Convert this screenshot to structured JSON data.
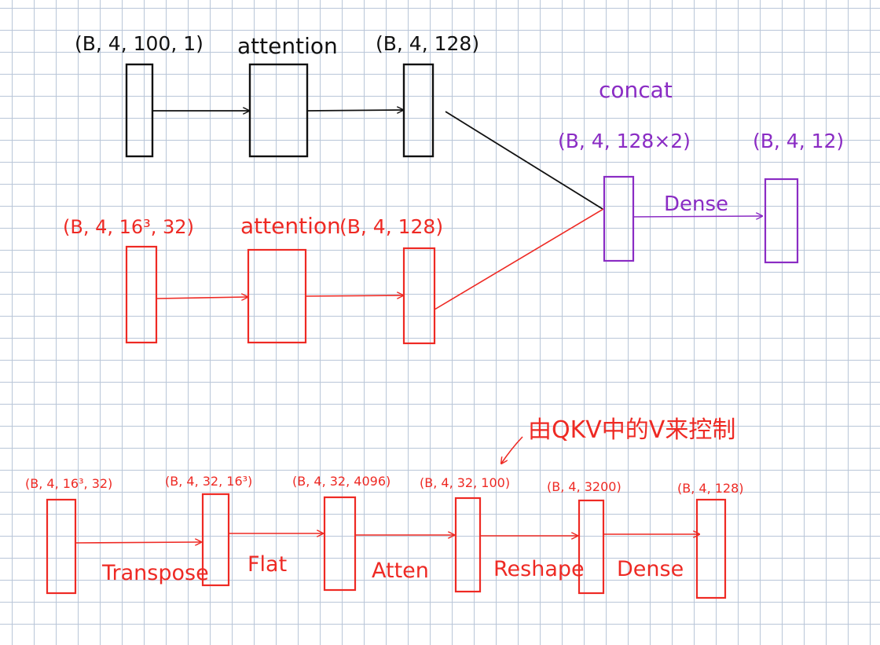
{
  "colors": {
    "black": "#111111",
    "red": "#ee2a24",
    "purple": "#8a2cc4",
    "grid": "#b9c6d8"
  },
  "top_branch": {
    "input_label": "(B, 4, 100, 1)",
    "attention_label": "attention",
    "output_label": "(B, 4, 128)"
  },
  "mid_branch": {
    "input_label": "(B, 4, 16³, 32)",
    "attention_label": "attention",
    "output_label": "(B, 4, 128)"
  },
  "merge": {
    "concat_label": "concat",
    "concat_shape": "(B, 4, 128×2)",
    "dense_label": "Dense",
    "output_shape": "(B, 4, 12)"
  },
  "detail": {
    "note": "由QKV中的V来控制",
    "shapes": [
      "(B, 4, 16³, 32)",
      "(B, 4, 32, 16³)",
      "(B, 4, 32, 4096)",
      "(B, 4, 32, 100)",
      "(B, 4, 3200)",
      "(B, 4, 128)"
    ],
    "ops": [
      "Transpose",
      "Flat",
      "Atten",
      "Reshape",
      "Dense"
    ]
  }
}
